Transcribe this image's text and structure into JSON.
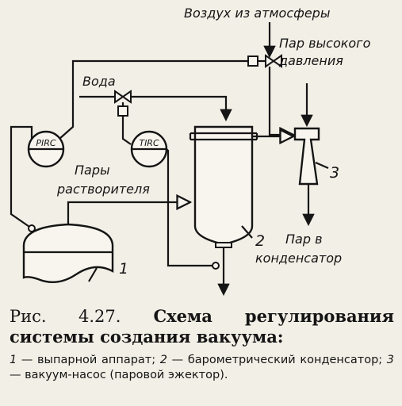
{
  "labels": {
    "air": "Воздух из атмосферы",
    "steam_line1": "Пар высокого",
    "steam_line2": "давления",
    "water": "Вода",
    "vapors_line1": "Пары",
    "vapors_line2": "растворителя",
    "to_condenser_line1": "Пар в",
    "to_condenser_line2": "конденсатор"
  },
  "instruments": {
    "pressure": "PIRC",
    "temperature": "TIRC"
  },
  "numbers": {
    "evaporator": "1",
    "condenser": "2",
    "pump": "3"
  },
  "caption": {
    "fig_label": "Рис. 4.27.",
    "title": "Схема регулирования системы создания вакуума:",
    "legend": [
      {
        "n": "1",
        "text": "выпарной аппарат;"
      },
      {
        "n": "2",
        "text": "барометрический конденсатор;"
      },
      {
        "n": "3",
        "text": "вакуум-насос (паровой эжектор)."
      }
    ]
  }
}
